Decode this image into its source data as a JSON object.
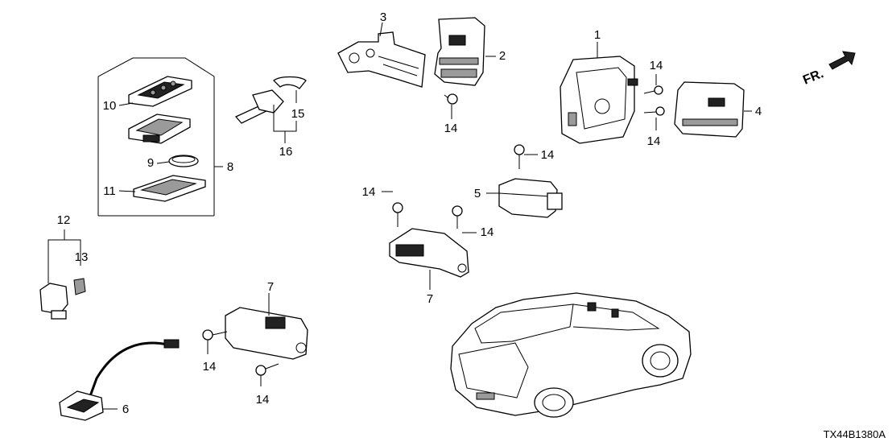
{
  "diagram": {
    "labels": {
      "p1": "1",
      "p2": "2",
      "p3": "3",
      "p4": "4",
      "p5": "5",
      "p6": "6",
      "p7a": "7",
      "p7b": "7",
      "p8": "8",
      "p9": "9",
      "p10": "10",
      "p11": "11",
      "p12": "12",
      "p13": "13",
      "p14": "14",
      "p15": "15",
      "p16": "16"
    },
    "direction": "FR.",
    "code": "TX44B1380A",
    "icons": [
      "keyless-fob",
      "key-blade",
      "sensor-unit",
      "bracket",
      "module",
      "cable-assembly",
      "bolt",
      "vehicle"
    ]
  }
}
